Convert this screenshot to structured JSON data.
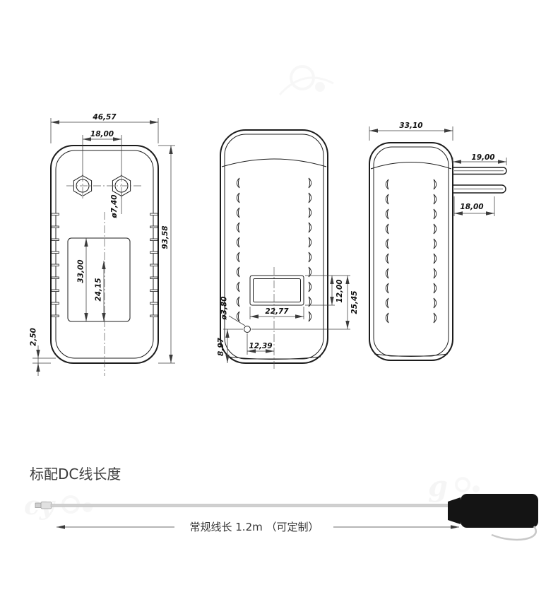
{
  "page": {
    "background": "#ffffff"
  },
  "drawing": {
    "front_view": {
      "overall_width": "46,57",
      "pin_spacing": "18,00",
      "pin_diameter": "ø7,40",
      "overall_height": "93,58",
      "label_height": "33,00",
      "label_inner_height": "24,15",
      "bottom_lip": "2,50"
    },
    "back_view": {
      "label_width": "22,77",
      "label_height": "12,00",
      "label_to_hole": "25,45",
      "hole_diameter": "ø3,80",
      "hole_offset_x": "12,39",
      "hole_offset_y": "8,97"
    },
    "side_view": {
      "body_depth": "33,10",
      "pin_length": "19,00",
      "pin_spacing": "18,00"
    }
  },
  "cable_section": {
    "heading": "标配DC线长度",
    "length_label": "常规线长 1.2m （可定制）"
  },
  "watermarks": {
    "left": "cy",
    "right": "g"
  },
  "colors": {
    "line": "#1c1c1c",
    "dimension": "#3c3c3c",
    "plug_body": "#141414",
    "cable": "#d0d0d0"
  }
}
